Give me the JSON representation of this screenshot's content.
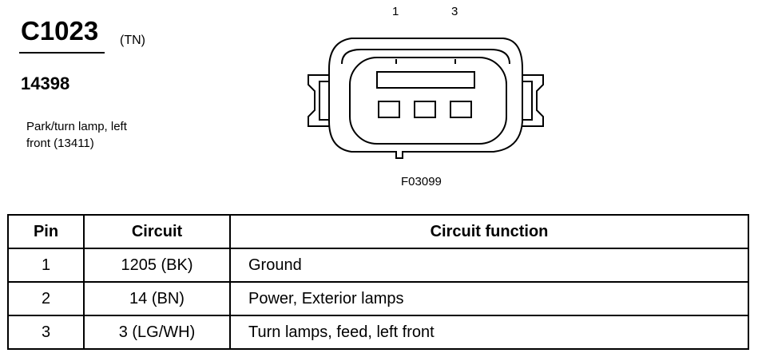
{
  "header": {
    "connector_id": "C1023",
    "color_code": "(TN)",
    "part_number": "14398",
    "description_line1": "Park/turn lamp, left",
    "description_line2": "front (13411)"
  },
  "connector": {
    "pin_label_1": "1",
    "pin_label_3": "3",
    "figure_code": "F03099"
  },
  "table": {
    "headers": [
      "Pin",
      "Circuit",
      "Circuit function"
    ],
    "rows": [
      {
        "pin": "1",
        "circuit": "1205 (BK)",
        "function": "Ground"
      },
      {
        "pin": "2",
        "circuit": "14 (BN)",
        "function": "Power, Exterior lamps"
      },
      {
        "pin": "3",
        "circuit": "3 (LG/WH)",
        "function": "Turn lamps, feed, left front"
      }
    ]
  }
}
